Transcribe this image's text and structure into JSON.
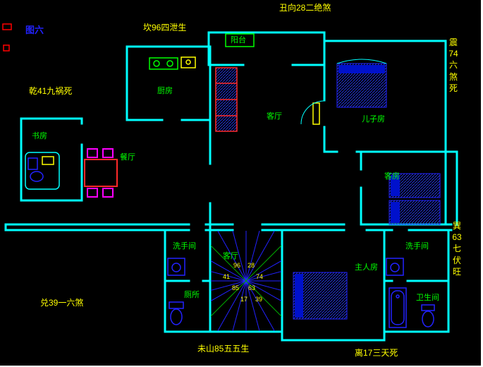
{
  "figure_label": "图六",
  "annotations": {
    "top": "丑向28二绝煞",
    "top_left": "坎96四泄生",
    "left_upper": "乾41九祸死",
    "right_upper_vertical": "震\n74\n六\n煞\n死",
    "right_lower_vertical": "巽\n63\n七\n伏\n旺",
    "left_lower": "兑39一六煞",
    "bottom_left": "未山85五五生",
    "bottom_right": "离17三天死"
  },
  "rooms": {
    "balcony": "阳台",
    "kitchen": "厨房",
    "living": "客厅",
    "son_room": "儿子房",
    "study": "书房",
    "dining": "餐厅",
    "guest_room": "客房",
    "washroom_left": "洗手间",
    "stair_hall": "客厅",
    "master_room": "主人房",
    "washroom_right": "洗手间",
    "toilet": "厕所",
    "bathroom": "卫生间"
  },
  "compass_numbers": {
    "a": "96",
    "b": "28",
    "c": "41",
    "d": "74",
    "e": "85",
    "f": "63",
    "g": "17",
    "h": "39"
  },
  "colors": {
    "background": "#000000",
    "wall": "#00ffff",
    "room_label": "#00ff00",
    "annotation": "#ffff00",
    "figure_label": "#2222ff",
    "fixture_blue": "#2222ff",
    "accent_red": "#ff2a2a",
    "accent_magenta": "#ff00ff"
  }
}
